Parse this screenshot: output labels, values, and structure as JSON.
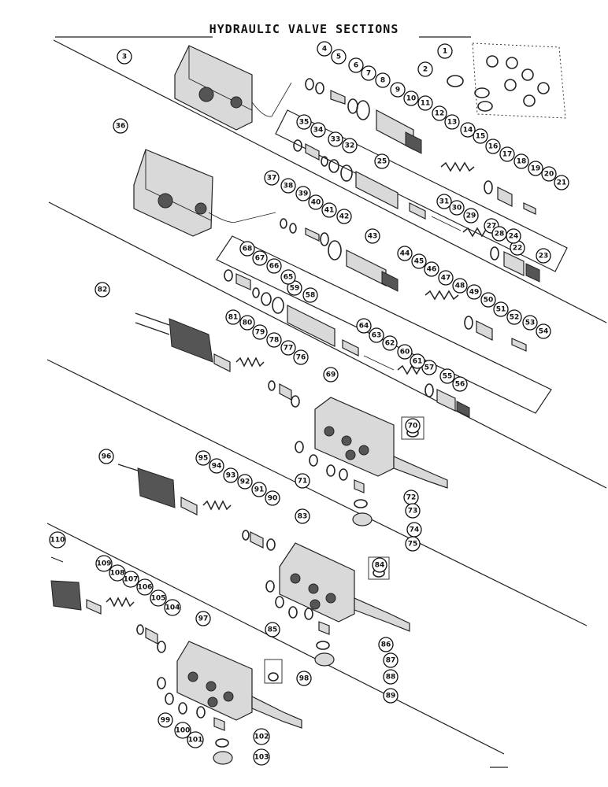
{
  "title": "HYDRAULIC VALVE SECTIONS",
  "callouts": [
    "1",
    "2",
    "3",
    "4",
    "5",
    "6",
    "7",
    "8",
    "9",
    "10",
    "11",
    "12",
    "13",
    "14",
    "15",
    "16",
    "17",
    "18",
    "19",
    "20",
    "21",
    "22",
    "23",
    "24",
    "25",
    "27",
    "28",
    "29",
    "30",
    "31",
    "32",
    "33",
    "34",
    "35",
    "36",
    "37",
    "38",
    "39",
    "40",
    "41",
    "42",
    "43",
    "44",
    "45",
    "46",
    "47",
    "48",
    "49",
    "50",
    "51",
    "52",
    "53",
    "54",
    "55",
    "56",
    "57",
    "58",
    "59",
    "60",
    "61",
    "62",
    "63",
    "64",
    "65",
    "66",
    "67",
    "68",
    "69",
    "70",
    "71",
    "72",
    "73",
    "74",
    "75",
    "76",
    "77",
    "78",
    "79",
    "80",
    "81",
    "82",
    "83",
    "84",
    "85",
    "86",
    "87",
    "88",
    "89",
    "90",
    "91",
    "92",
    "93",
    "94",
    "95",
    "96",
    "97",
    "98",
    "99",
    "100",
    "101",
    "102",
    "103",
    "104",
    "105",
    "106",
    "107",
    "108",
    "109",
    "110"
  ]
}
